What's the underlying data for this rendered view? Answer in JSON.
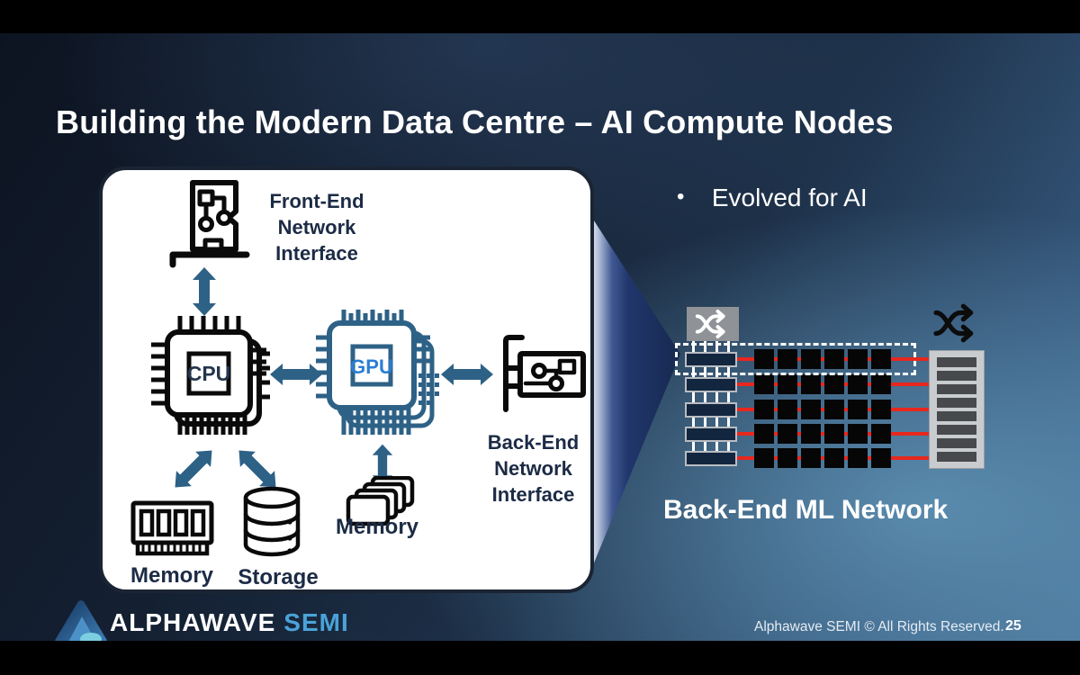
{
  "title": "Building the Modern Data Centre – AI Compute Nodes",
  "bullet": {
    "marker": "•",
    "text": "Evolved for AI"
  },
  "compute_node": {
    "front_end_nic": {
      "lines": [
        "Front-End",
        "Network",
        "Interface"
      ]
    },
    "cpu_label": "CPU",
    "gpu_label": "GPU",
    "back_end_nic": {
      "lines": [
        "Back-End",
        "Network",
        "Interface"
      ]
    },
    "cpu_memory_label": "Memory",
    "storage_label": "Storage",
    "gpu_memory_label": "Memory"
  },
  "ml_network": {
    "caption": "Back-End ML Network",
    "switch_rows": 5,
    "accelerators_per_row": 6,
    "rack_slots": 8
  },
  "footer": {
    "brand": "ALPHAWAVE",
    "brand_suffix": "SEMI",
    "copyright": "Alphawave SEMI © All Rights Reserved.",
    "page_number": "25"
  },
  "colors": {
    "arrow_blue": "#2e6186",
    "link_red": "#e8271d",
    "brand_blue": "#4aa3d8",
    "label_navy": "#1c2b45",
    "funnel_navy": "#1e356b",
    "gpu_text_blue": "#2a7fd2"
  },
  "icons": {
    "front_end_nic": "network-card-icon",
    "back_end_nic": "pcie-card-icon",
    "cpu": "cpu-chip-icon",
    "gpu": "gpu-chip-icon",
    "cpu_memory": "ram-stick-icon",
    "storage": "database-icon",
    "gpu_memory": "memory-cards-icon",
    "switch": "shuffle-icon",
    "rack": "server-rack-icon",
    "logo": "alphawave-logo-mark"
  }
}
